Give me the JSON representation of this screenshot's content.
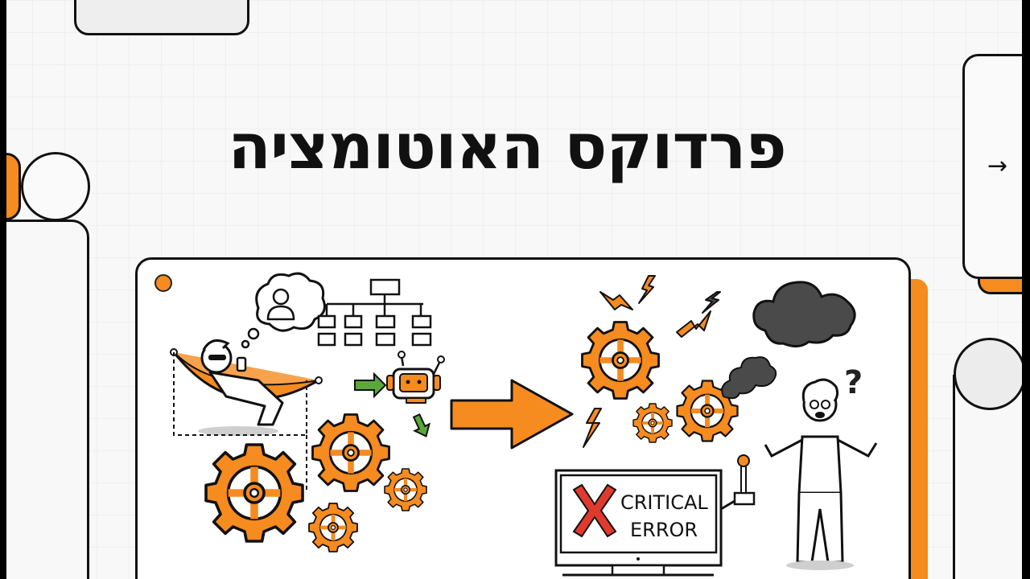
{
  "slide": {
    "title": "פרדוקס האוטומציה",
    "language": "he",
    "direction": "rtl"
  },
  "navigation": {
    "next_arrow": "→",
    "next_icon": "arrow-right-icon"
  },
  "illustration": {
    "description": "Automation paradox: relaxed person on hammock while robot and gears work, big arrow leading to broken gears, storm cloud, panicked person and monitor with critical error",
    "left_scene": [
      "person-in-hammock",
      "thought-bubble-person",
      "org-chart",
      "robot",
      "green-arrows",
      "gears"
    ],
    "right_scene": [
      "broken-gears",
      "lightning",
      "smoke",
      "storm-cloud",
      "panicked-person",
      "question-mark",
      "monitor",
      "joystick-lever"
    ],
    "error_screen": {
      "line1": "CRITICAL",
      "line2": "ERROR",
      "icon": "red-x-icon"
    },
    "question_mark": "?"
  },
  "colors": {
    "accent": "#f68b1f",
    "outline": "#111111",
    "background": "#f8f8f8",
    "card": "#ffffff",
    "error_red": "#e03a2e",
    "arrow_green": "#5aa83a",
    "cloud_gray": "#4a4a4a"
  }
}
